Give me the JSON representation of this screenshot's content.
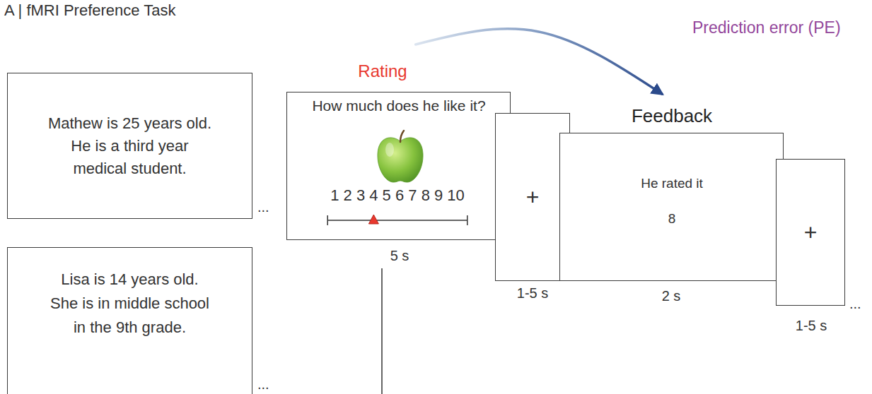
{
  "diagram": {
    "title": "A | fMRI Preference Task",
    "nodes": [
      {
        "text": [
          "Mathew is 25 years old. He is a third year medical student."
        ]
      },
      {
        "text": [
          "Lisa is 14 years old. She is in middle school in the 9th grade."
        ]
      },
      {
        "text": [
          "Rating",
          "How much does he like it?",
          "1 2 3 4 5 6 7 8 9 10"
        ]
      },
      {
        "text": [
          "+"
        ]
      },
      {
        "text": [
          "Feedback",
          "He rated it",
          "8"
        ]
      },
      {
        "text": [
          "+"
        ]
      }
    ],
    "edges": [
      {
        "from": 2,
        "to": 4,
        "arrow": "to",
        "label": "Prediction error (PE)"
      }
    ],
    "labels": [
      "...",
      "...",
      "5 s",
      "1-5 s",
      "2 s",
      "1-5 s",
      "..."
    ]
  }
}
